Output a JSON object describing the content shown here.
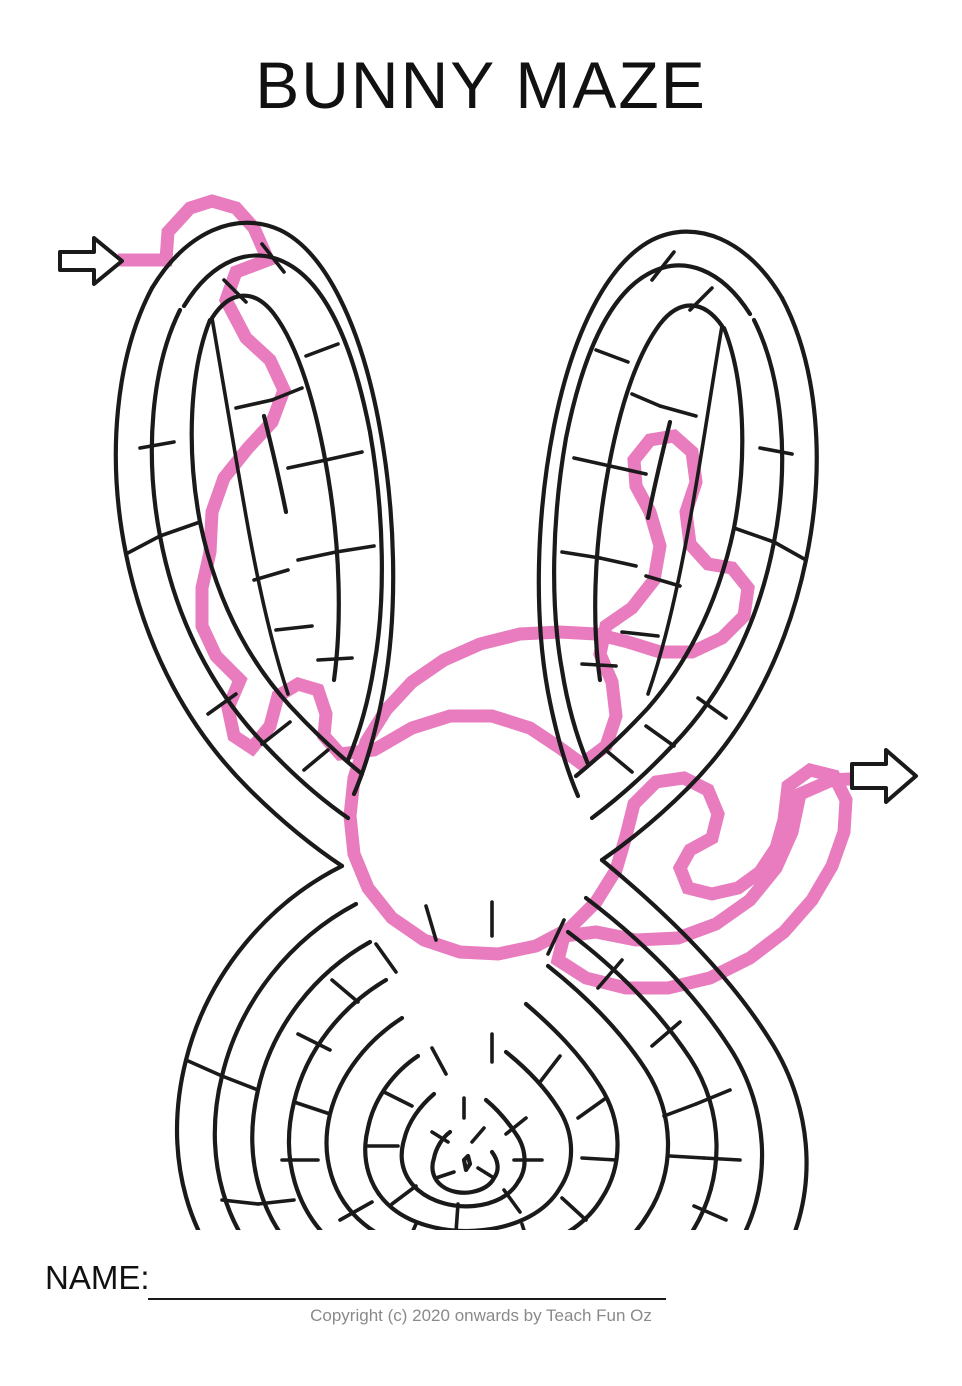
{
  "document": {
    "title": "BUNNY MAZE",
    "page_background": "#ffffff"
  },
  "maze": {
    "subject": "bunny-head-with-two-ears",
    "wall_color": "#1a1a1a",
    "solution_color": "#E87CBE",
    "entry_marker": "arrow-right",
    "entry_label": "start-arrow",
    "exit_marker": "arrow-right",
    "exit_label": "finish-arrow",
    "solution_shown": true,
    "ring_count": 8,
    "ear_count": 2
  },
  "footer": {
    "name_label": "NAME:",
    "name_value": "",
    "copyright": "Copyright (c) 2020 onwards by Teach Fun Oz"
  }
}
